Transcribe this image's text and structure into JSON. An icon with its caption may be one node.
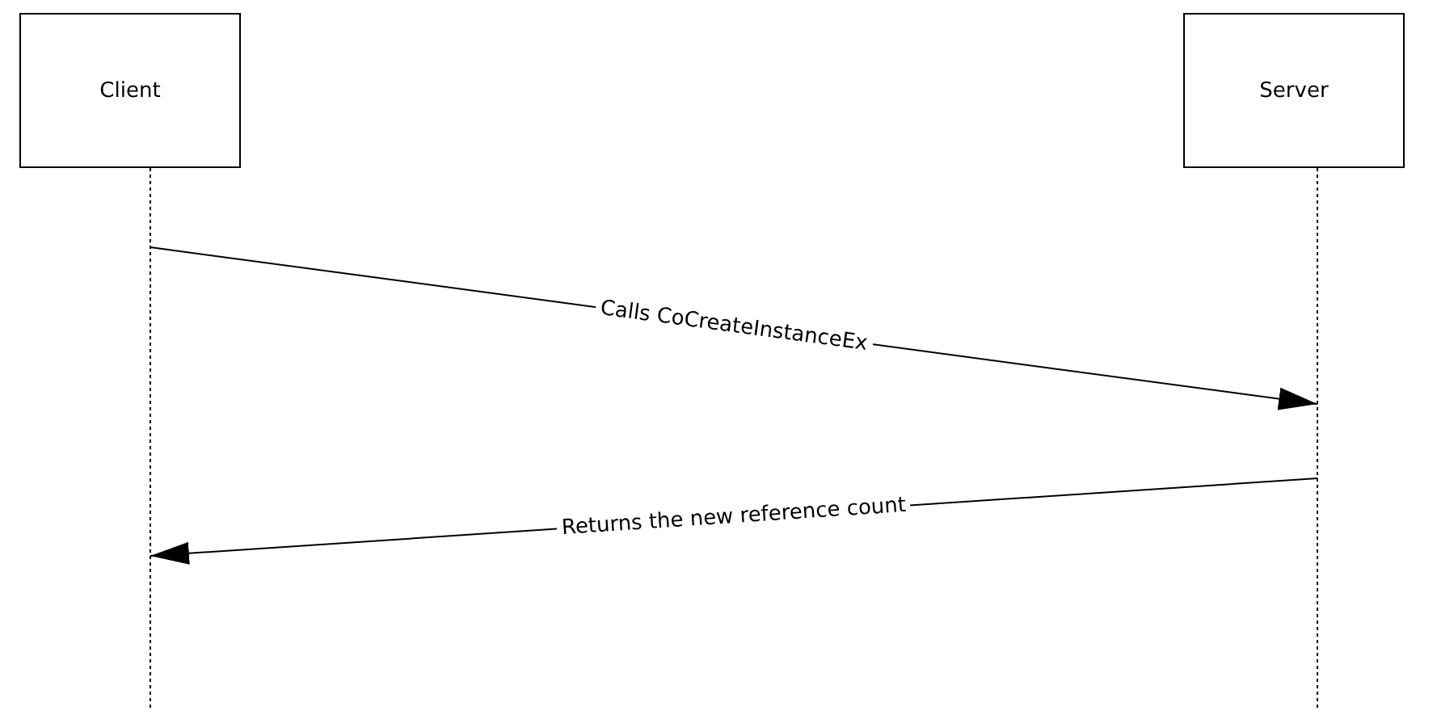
{
  "diagram": {
    "nodes": [
      {
        "text": [
          "Client"
        ]
      },
      {
        "text": [
          "Server"
        ]
      }
    ],
    "edges": [
      {
        "from": 0,
        "to": 1,
        "arrow": "to",
        "label": "Calls CoCreateInstanceEx"
      },
      {
        "from": 1,
        "to": 0,
        "arrow": "to",
        "label": "Returns the new reference count"
      }
    ]
  }
}
